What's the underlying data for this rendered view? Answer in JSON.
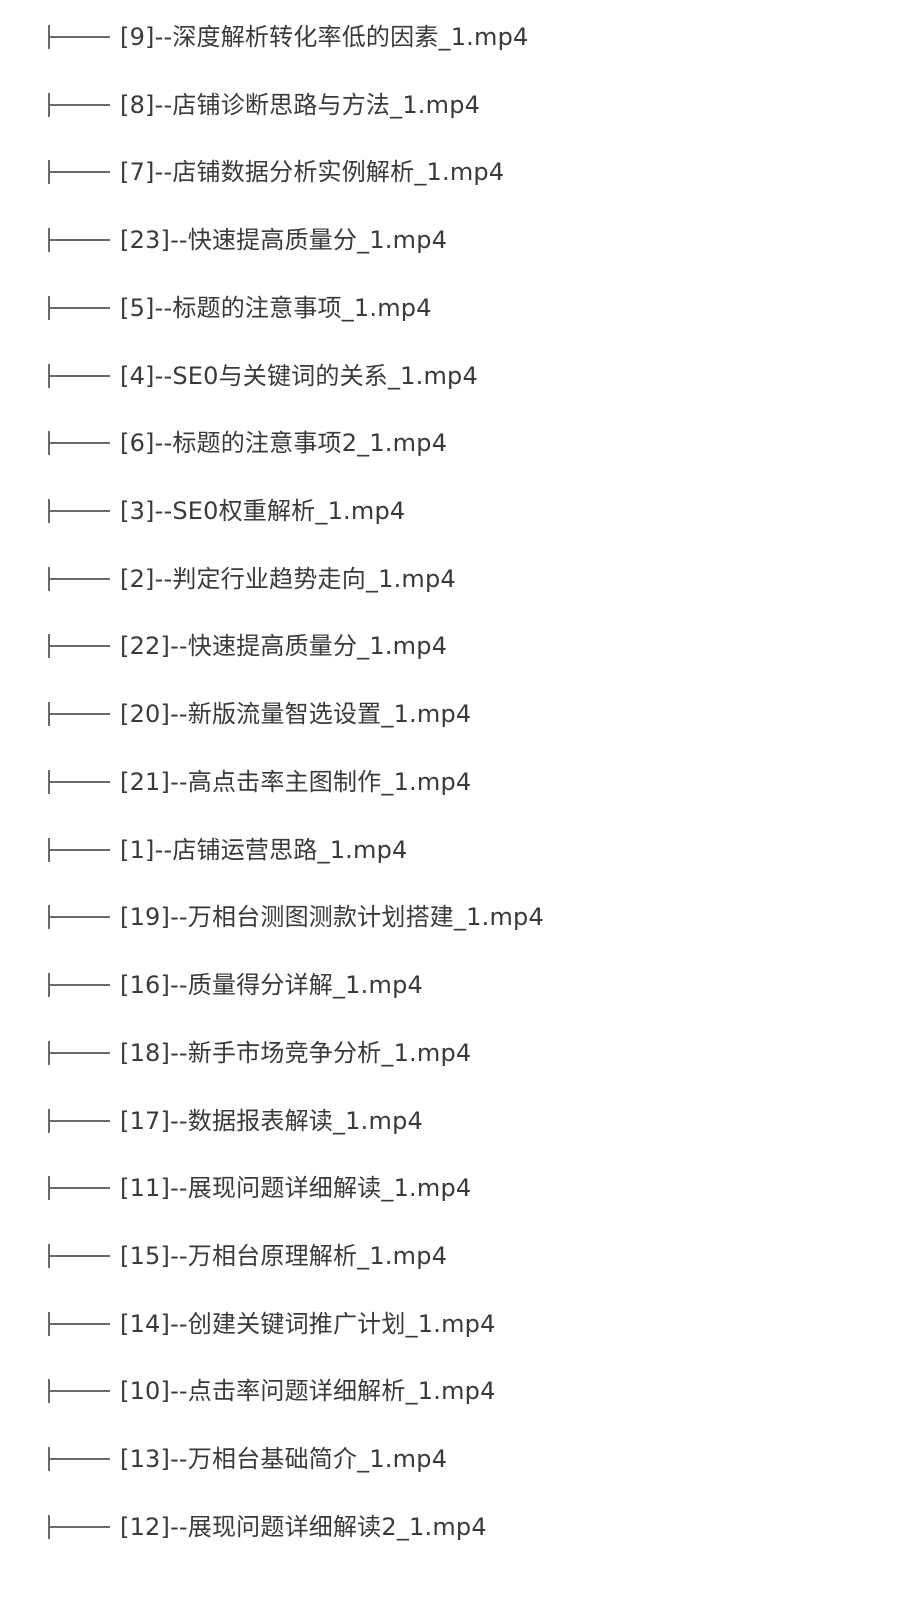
{
  "file_tree": {
    "connector_glyph": "├──",
    "items": [
      {
        "label": "[9]--深度解析转化率低的因素_1.mp4"
      },
      {
        "label": "[8]--店铺诊断思路与方法_1.mp4"
      },
      {
        "label": "[7]--店铺数据分析实例解析_1.mp4"
      },
      {
        "label": "[23]--快速提高质量分_1.mp4"
      },
      {
        "label": "[5]--标题的注意事项_1.mp4"
      },
      {
        "label": "[4]--SE0与关键词的关系_1.mp4"
      },
      {
        "label": "[6]--标题的注意事项2_1.mp4"
      },
      {
        "label": "[3]--SE0权重解析_1.mp4"
      },
      {
        "label": "[2]--判定行业趋势走向_1.mp4"
      },
      {
        "label": "[22]--快速提高质量分_1.mp4"
      },
      {
        "label": "[20]--新版流量智选设置_1.mp4"
      },
      {
        "label": "[21]--高点击率主图制作_1.mp4"
      },
      {
        "label": "[1]--店铺运营思路_1.mp4"
      },
      {
        "label": "[19]--万相台测图测款计划搭建_1.mp4"
      },
      {
        "label": "[16]--质量得分详解_1.mp4"
      },
      {
        "label": "[18]--新手市场竞争分析_1.mp4"
      },
      {
        "label": "[17]--数据报表解读_1.mp4"
      },
      {
        "label": "[11]--展现问题详细解读_1.mp4"
      },
      {
        "label": "[15]--万相台原理解析_1.mp4"
      },
      {
        "label": "[14]--创建关键词推广计划_1.mp4"
      },
      {
        "label": "[10]--点击率问题详细解析_1.mp4"
      },
      {
        "label": "[13]--万相台基础简介_1.mp4"
      },
      {
        "label": "[12]--展现问题详细解读2_1.mp4"
      }
    ]
  }
}
